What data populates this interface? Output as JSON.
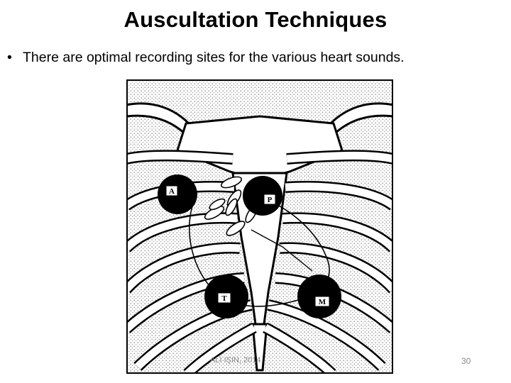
{
  "slide": {
    "title": "Auscultation Techniques",
    "bullet": "There are optimal recording sites for the various heart sounds.",
    "bullet_marker": "•",
    "footer": "ALİ IŞIN, 2014",
    "page_number": "30"
  },
  "figure": {
    "site_labels": {
      "aortic": "A",
      "pulmonic": "P",
      "tricuspid": "T",
      "mitral": "M"
    }
  }
}
